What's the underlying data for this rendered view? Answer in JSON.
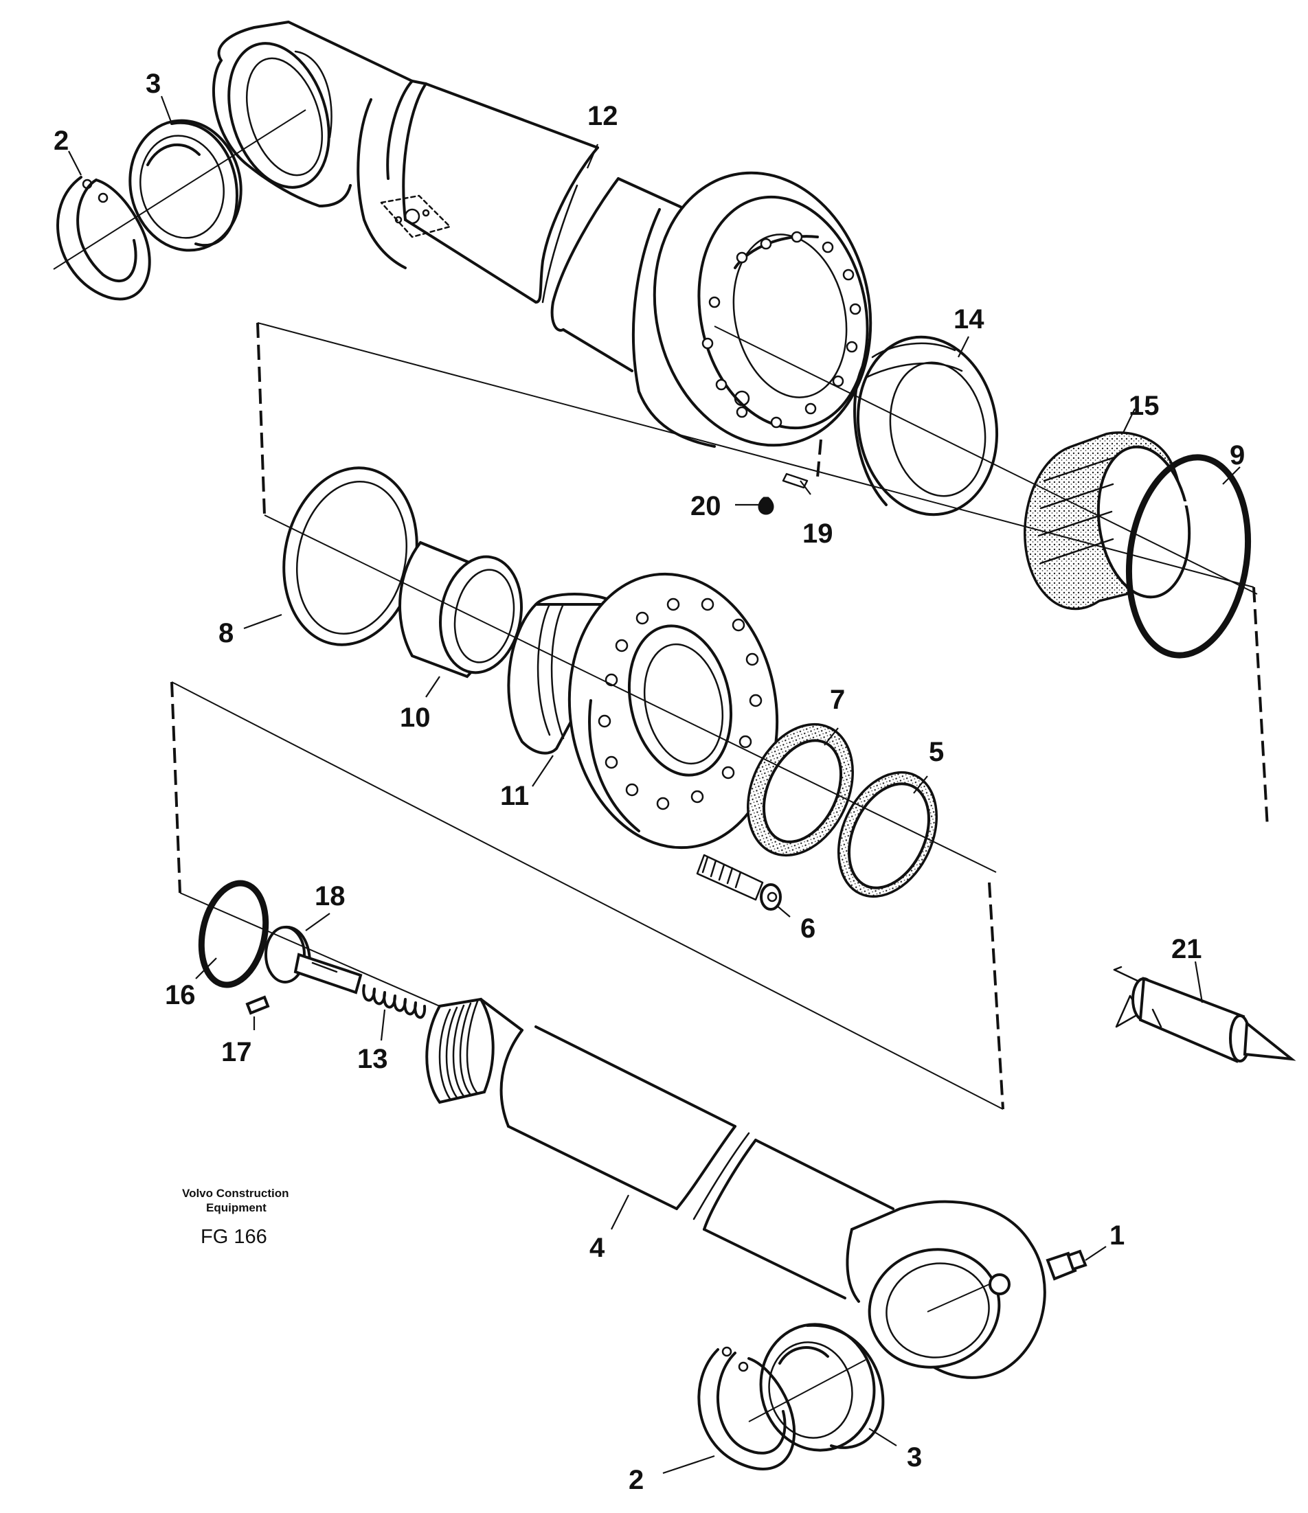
{
  "diagram": {
    "callouts": {
      "p1": "1",
      "p2_top": "2",
      "p2_bottom": "2",
      "p3_top": "3",
      "p3_bottom": "3",
      "p4": "4",
      "p5": "5",
      "p6": "6",
      "p7": "7",
      "p8": "8",
      "p9": "9",
      "p10": "10",
      "p11": "11",
      "p12": "12",
      "p13": "13",
      "p14": "14",
      "p15": "15",
      "p16": "16",
      "p17": "17",
      "p18": "18",
      "p19": "19",
      "p20": "20",
      "p21": "21"
    },
    "brand_line1": "Volvo Construction",
    "brand_line2": "Equipment",
    "figure_code": "FG 166"
  }
}
